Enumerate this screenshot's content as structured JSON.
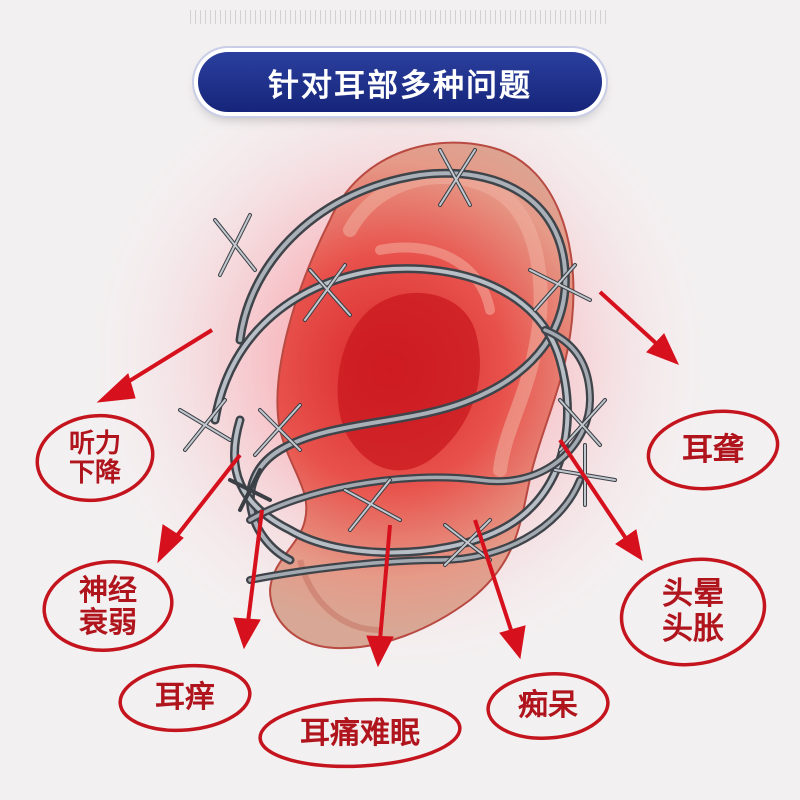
{
  "header": {
    "title": "针对耳部多种问题"
  },
  "labels": {
    "hearing_loss": [
      "听力",
      "下降"
    ],
    "neurasthenia": [
      "神经",
      "衰弱"
    ],
    "itchy_ear": "耳痒",
    "ear_pain_insomnia": "耳痛难眠",
    "dementia": "痴呆",
    "dizziness_swelling": [
      "头晕",
      "头胀"
    ],
    "deafness": "耳聋"
  },
  "colors": {
    "banner_blue": "#1f3190",
    "label_red": "#b0141c",
    "arrow_red": "#d6101c",
    "ear_red": "#e2403d",
    "wire_gray": "#6d747b"
  }
}
